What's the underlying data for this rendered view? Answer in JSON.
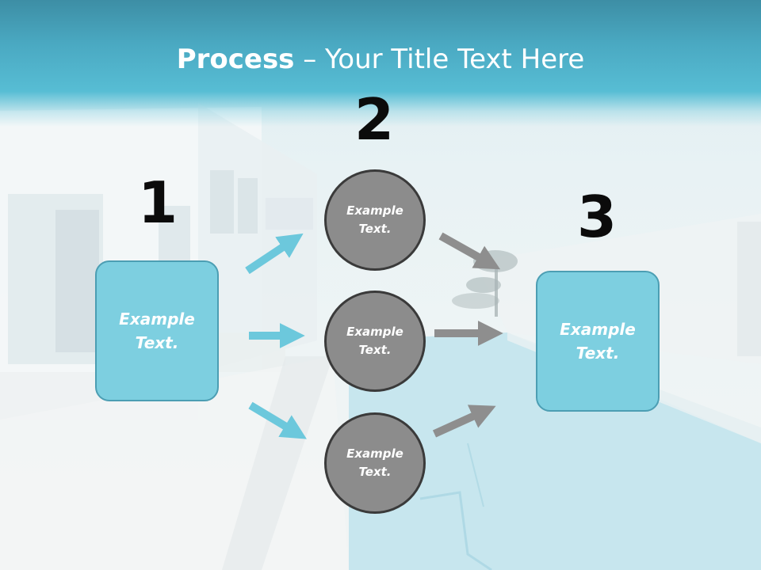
{
  "title": {
    "bold": "Process",
    "rest": " – Your Title Text Here"
  },
  "numbers": [
    "1",
    "2",
    "3"
  ],
  "left_box": {
    "text": "Example Text."
  },
  "circles": [
    {
      "text": "Example Text."
    },
    {
      "text": "Example Text."
    },
    {
      "text": "Example Text."
    }
  ],
  "right_box": {
    "text": "Example Text."
  },
  "colors": {
    "title_band": "#4aa9c2",
    "box_fill": "#7dcfe0",
    "box_border": "#4c9eb3",
    "circle_fill": "#8c8c8c",
    "circle_border": "#3a3a3a",
    "arrow_cyan": "#6cc8dc",
    "arrow_gray": "#8e8e8e"
  }
}
